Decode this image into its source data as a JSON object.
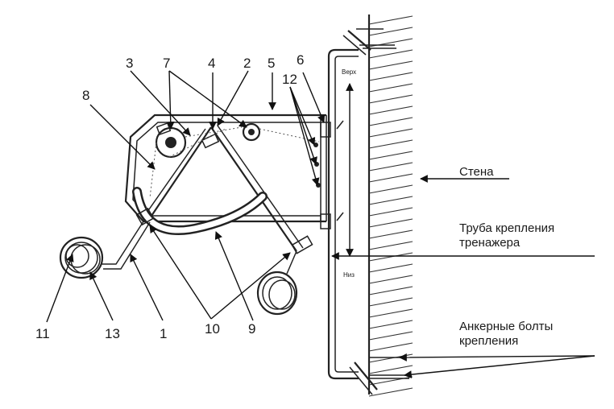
{
  "labels": {
    "n1": "1",
    "n2": "2",
    "n3": "3",
    "n4": "4",
    "n5": "5",
    "n6": "6",
    "n7": "7",
    "n8": "8",
    "n9": "9",
    "n10": "10",
    "n11": "11",
    "n12": "12",
    "n13": "13"
  },
  "annotations": {
    "wall": "Стена",
    "mount_pipe_line1": "Труба крепления",
    "mount_pipe_line2": "тренажера",
    "anchor_line1": "Анкерные болты",
    "anchor_line2": "крепления",
    "top": "Верх",
    "bottom": "Низ"
  },
  "colors": {
    "ink": "#222222",
    "background": "#ffffff"
  }
}
